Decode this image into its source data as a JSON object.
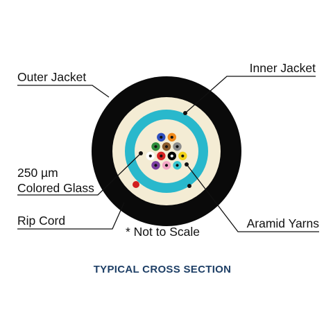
{
  "labels": {
    "outer_jacket": "Outer Jacket",
    "inner_jacket": "Inner Jacket",
    "colored_glass_line1": "250 µm",
    "colored_glass_line2": "Colored Glass",
    "rip_cord": "Rip Cord",
    "not_to_scale": "* Not to Scale",
    "aramid_yarns": "Aramid Yarns"
  },
  "caption": "TYPICAL CROSS SECTION",
  "colors": {
    "outer_jacket": "#0a0a0a",
    "filler": "#f4ecd4",
    "inner_jacket": "#29b8cc",
    "rip_cord": "#d11f1f",
    "caption": "#1e3f66",
    "leader_lines": "#111111"
  },
  "fibers": [
    {
      "color": "#2f4fbf"
    },
    {
      "color": "#f08a1c"
    },
    {
      "color": "#2e8b3a"
    },
    {
      "color": "#8a5a2b"
    },
    {
      "color": "#8c8c8c"
    },
    {
      "color": "#ffffff"
    },
    {
      "color": "#d62222"
    },
    {
      "color": "#000000"
    },
    {
      "color": "#f2d21b"
    },
    {
      "color": "#7b3fa0"
    },
    {
      "color": "#f3a6c6"
    },
    {
      "color": "#38c6d0"
    }
  ]
}
